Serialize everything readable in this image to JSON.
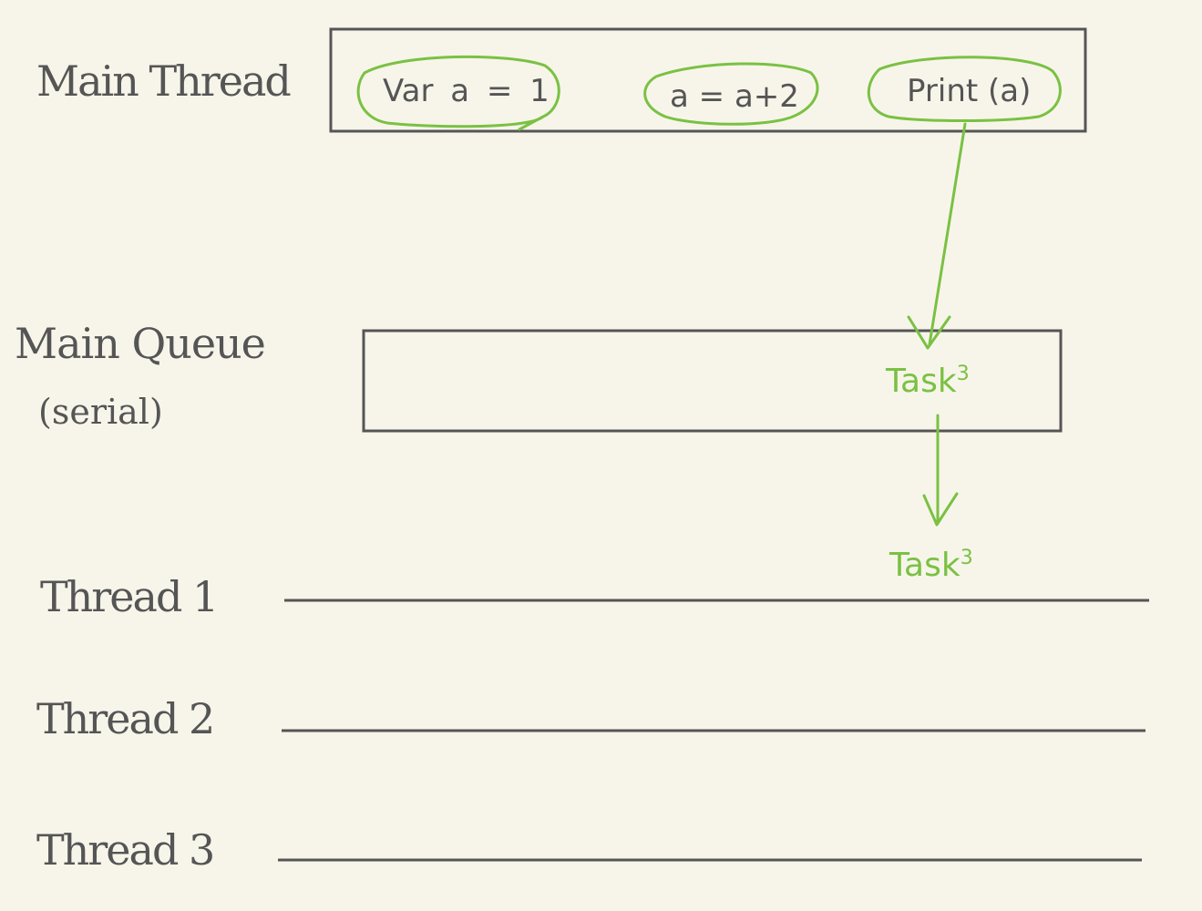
{
  "labels": {
    "main_thread": "Main Thread",
    "main_queue": "Main Queue",
    "main_queue_type": "(serial)",
    "thread_1": "Thread 1",
    "thread_2": "Thread 2",
    "thread_3": "Thread 3"
  },
  "main_thread_statements": [
    "Var a = 1",
    "a = a+2",
    "Print (a)"
  ],
  "tasks": {
    "in_queue": "Task",
    "in_queue_num": "3",
    "on_thread_1": "Task",
    "on_thread_1_num": "3"
  },
  "colors": {
    "ink": "#555555",
    "highlight": "#7ac143",
    "background": "#f7f5ea"
  }
}
